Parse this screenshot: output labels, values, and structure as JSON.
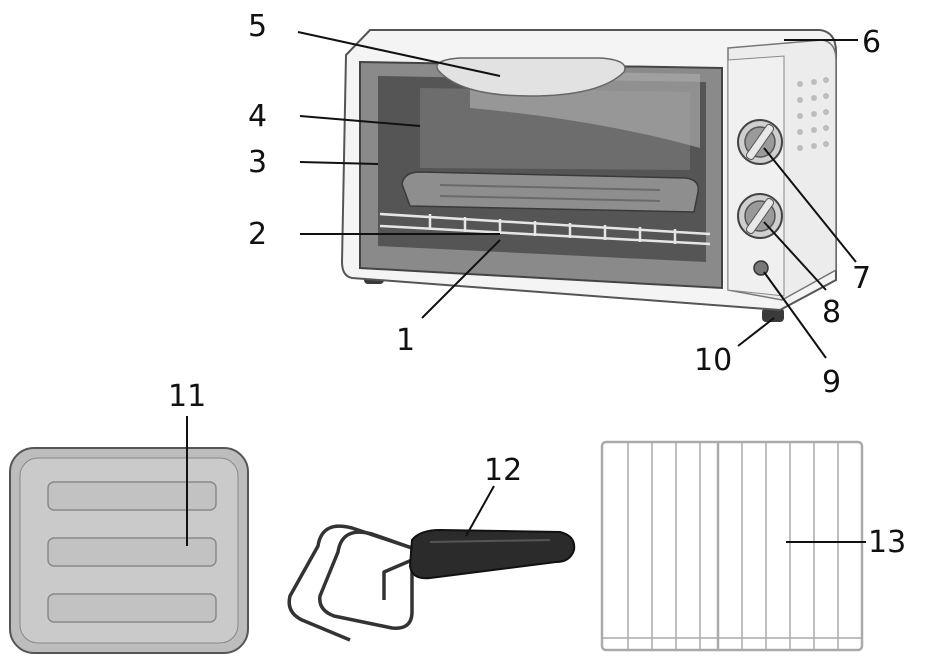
{
  "callouts": [
    {
      "id": "1",
      "label": "1"
    },
    {
      "id": "2",
      "label": "2"
    },
    {
      "id": "3",
      "label": "3"
    },
    {
      "id": "4",
      "label": "4"
    },
    {
      "id": "5",
      "label": "5"
    },
    {
      "id": "6",
      "label": "6"
    },
    {
      "id": "7",
      "label": "7"
    },
    {
      "id": "8",
      "label": "8"
    },
    {
      "id": "9",
      "label": "9"
    },
    {
      "id": "10",
      "label": "10"
    },
    {
      "id": "11",
      "label": "11"
    },
    {
      "id": "12",
      "label": "12"
    },
    {
      "id": "13",
      "label": "13"
    }
  ],
  "colors": {
    "outline": "#555555",
    "body": "#f4f4f4",
    "window": "#7a7a7a",
    "cavity": "#4a4a4a",
    "handle": "#2b2b2b",
    "tray": "#c4c4c4"
  },
  "icons": [
    "toaster-oven-icon",
    "baking-tray-icon",
    "tray-handle-icon",
    "wire-rack-icon"
  ]
}
